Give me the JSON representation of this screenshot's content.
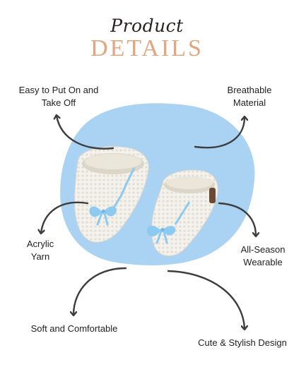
{
  "header": {
    "script_title": "Product",
    "main_title": "DETAILS"
  },
  "features": {
    "easy_line1": "Easy to Put On and",
    "easy_line2": "Take Off",
    "breathable_line1": "Breathable",
    "breathable_line2": "Material",
    "acrylic_line1": "Acrylic",
    "acrylic_line2": "Yarn",
    "season_line1": "All-Season",
    "season_line2": "Wearable",
    "soft": "Soft and Comfortable",
    "cute": "Cute & Stylish Design"
  },
  "colors": {
    "background": "#ffffff",
    "blob": "#a9d2f3",
    "title_accent": "#e2a57c",
    "arrow": "#3d3d3d",
    "ribbon": "#8ccaf2",
    "booty": "#f4f2ec"
  },
  "icons": [
    "curved-arrow-icon",
    "baby-booties-image"
  ]
}
